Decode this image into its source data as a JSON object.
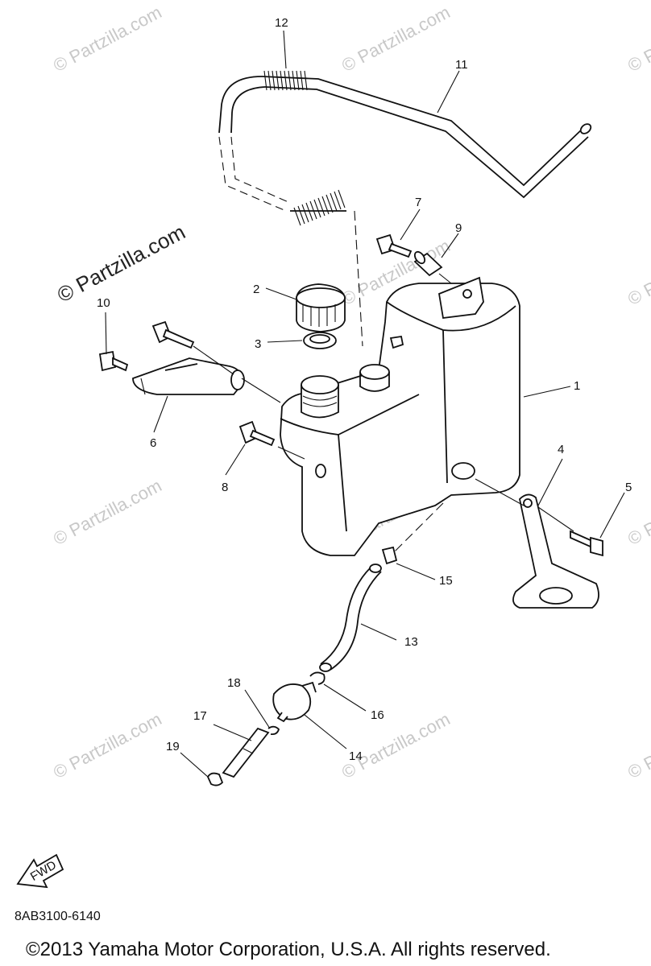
{
  "watermark_text": "© Partzilla.com",
  "callouts": [
    "1",
    "2",
    "3",
    "4",
    "5",
    "6",
    "7",
    "8",
    "9",
    "10",
    "11",
    "12",
    "13",
    "14",
    "15",
    "16",
    "17",
    "18",
    "19"
  ],
  "fwd_label": "FWD",
  "drawing_code": "8AB3100-6140",
  "copyright": "©2013  Yamaha Motor Corporation, U.S.A. All rights reserved."
}
